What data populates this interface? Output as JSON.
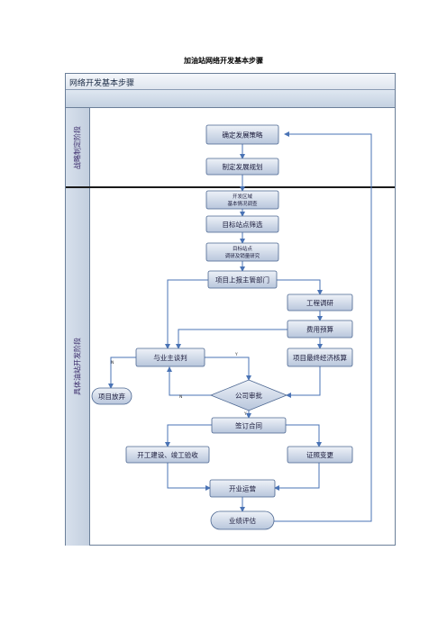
{
  "document": {
    "title": "加油站网络开发基本步骤"
  },
  "frame": {
    "title": "网络开发基本步骤",
    "lanes": [
      {
        "id": "strategy",
        "label": "战略制定阶段"
      },
      {
        "id": "development",
        "label": "具体油站开发阶段"
      }
    ]
  },
  "nodes": {
    "define_strategy": "确定发展策略",
    "plan": "制定发展规划",
    "survey_line1": "开发区域",
    "survey_line2": "基本情况调查",
    "screen_sites": "目标站点筛选",
    "research_line1": "目标站点",
    "research_line2": "调研及销量研究",
    "report": "项目上报主管部门",
    "engineering": "工程调研",
    "budget": "费用预算",
    "negotiate": "与业主谈判",
    "final_check": "项目最终经济核算",
    "abandon": "项目放弃",
    "approval": "公司审批",
    "sign": "签订合同",
    "construction": "开工建设、竣工验收",
    "license": "证照变更",
    "operation": "开业运营",
    "evaluation": "业绩评估"
  },
  "edge_labels": {
    "negotiate_no": "N",
    "negotiate_yes": "Y",
    "approval_no": "N",
    "approval_yes": "Y"
  },
  "colors": {
    "box_fill_top": "#eef2f8",
    "box_fill_bottom": "#b8c6dc",
    "connector": "#4a73b5",
    "lane_fill": "#c9d5e4"
  }
}
